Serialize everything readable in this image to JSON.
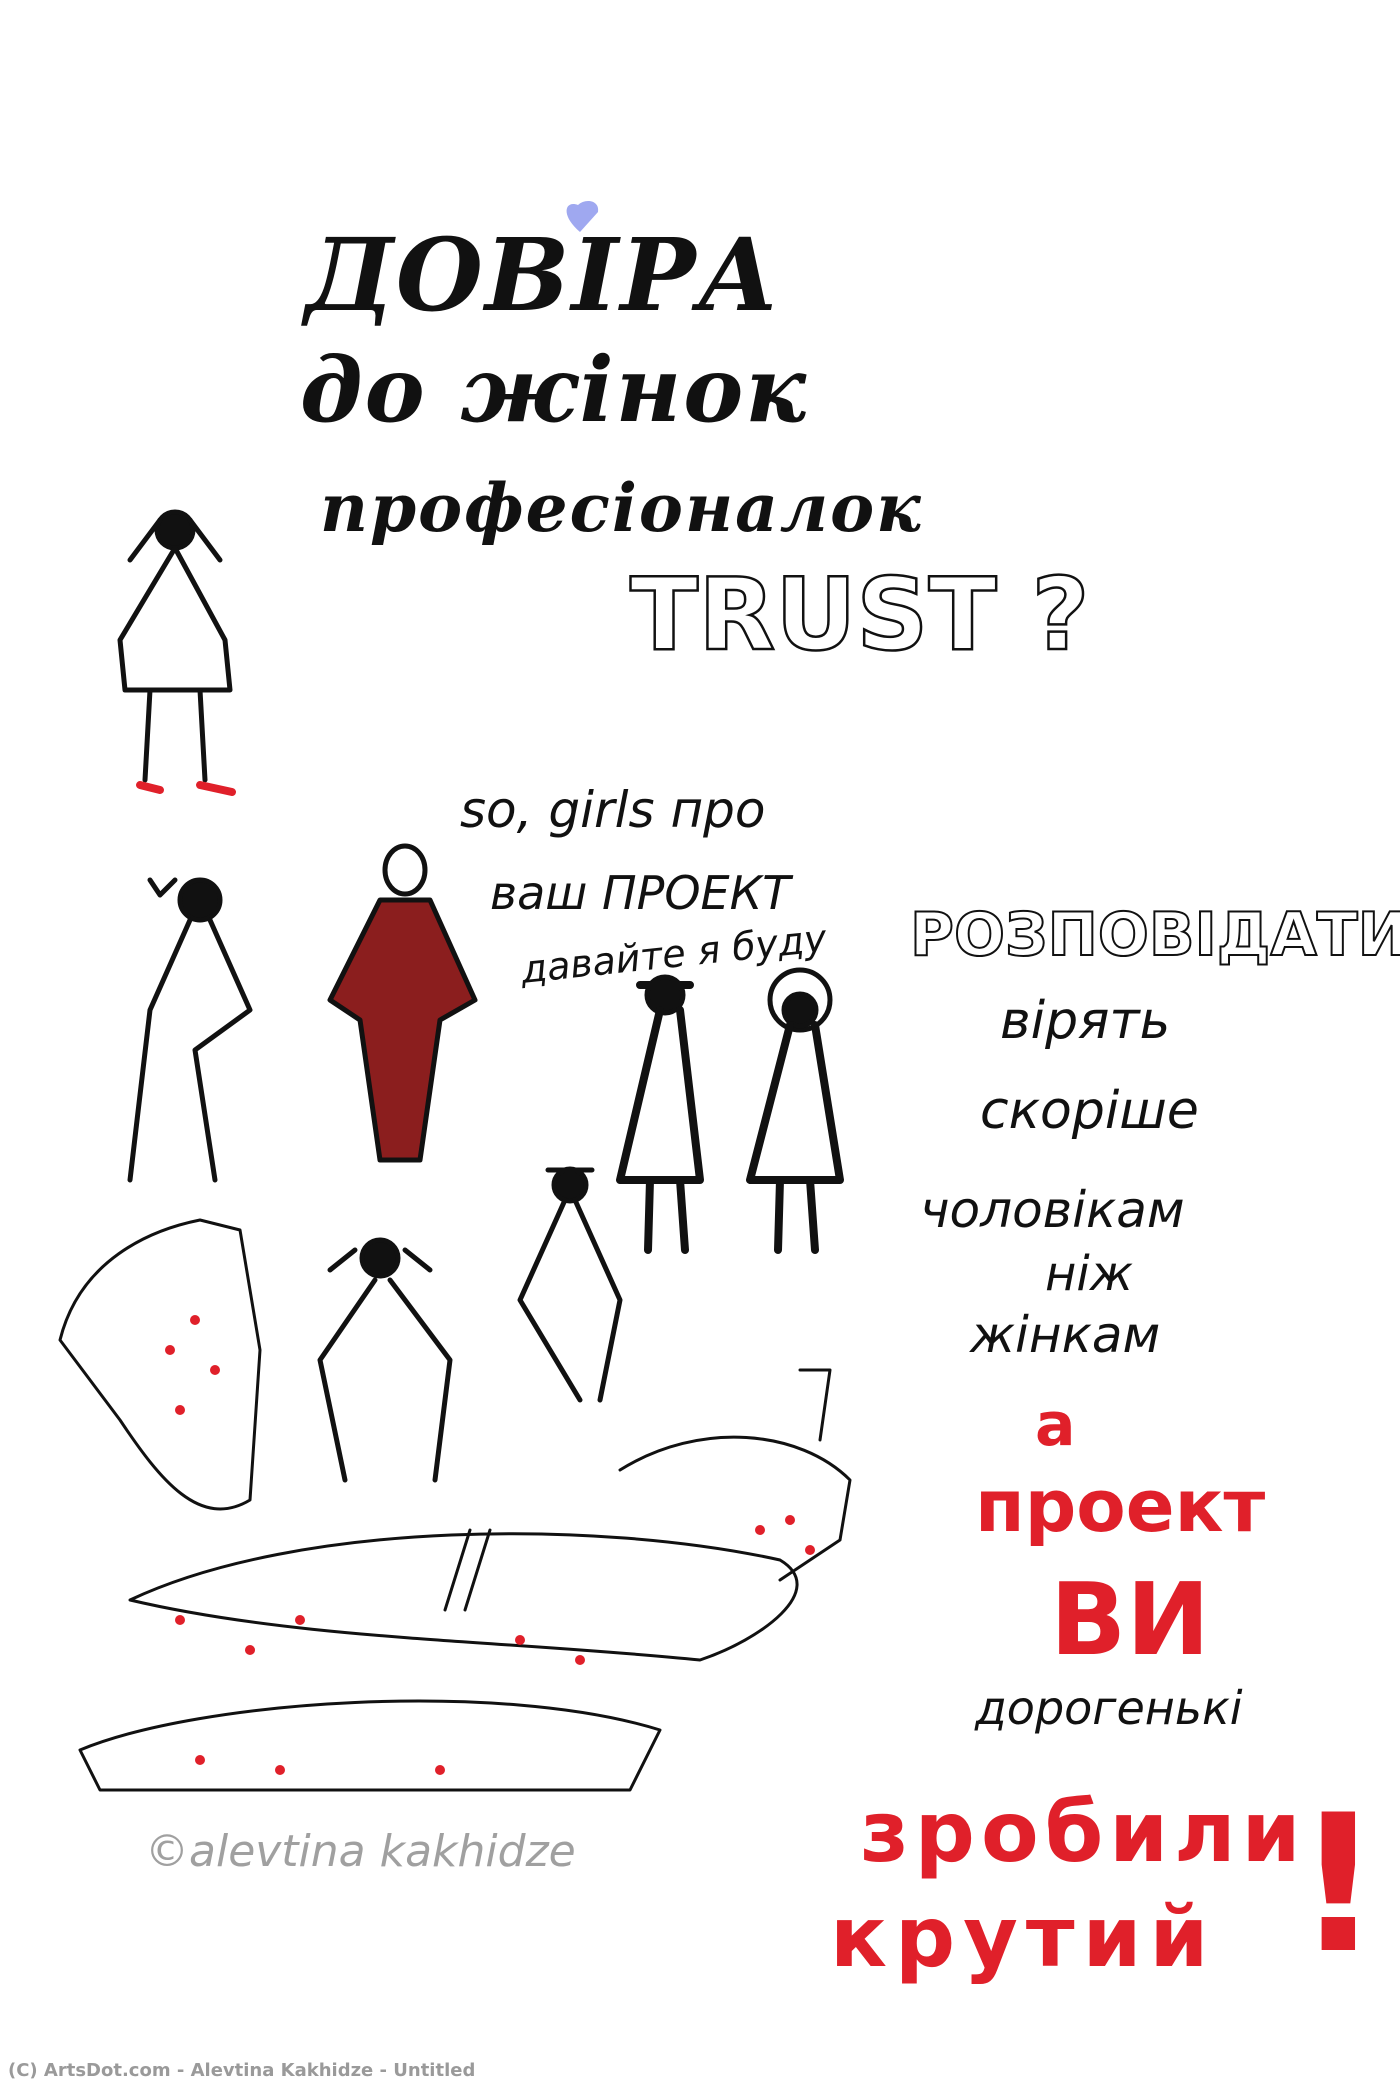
{
  "artwork": {
    "title_lines": [
      "ДОВІРА",
      "до жінок",
      "професіоналок"
    ],
    "trust": "TRUST ?",
    "speech": [
      "so, girls про",
      "ваш ПРОЕКТ",
      "давайте я буду"
    ],
    "right_column": [
      "РОЗПОВІДАТИ–",
      "вірять",
      "скоріше",
      "чоловікам",
      "ніж",
      "жінкам"
    ],
    "red_text": [
      "а",
      "проект",
      "ВИ"
    ],
    "dear": "дорогенькі",
    "final": [
      "зробили",
      "крутий"
    ],
    "exclamation": "!",
    "signature": "©alevtina kakhidze",
    "colors": {
      "ink": "#111111",
      "red": "#e0202a",
      "suit": "#8b1e1e",
      "heart": "#9fa8f0",
      "signature": "#a0a0a0"
    }
  },
  "footer": {
    "credit": "(C) ArtsDot.com - Alevtina Kakhidze - Untitled"
  }
}
